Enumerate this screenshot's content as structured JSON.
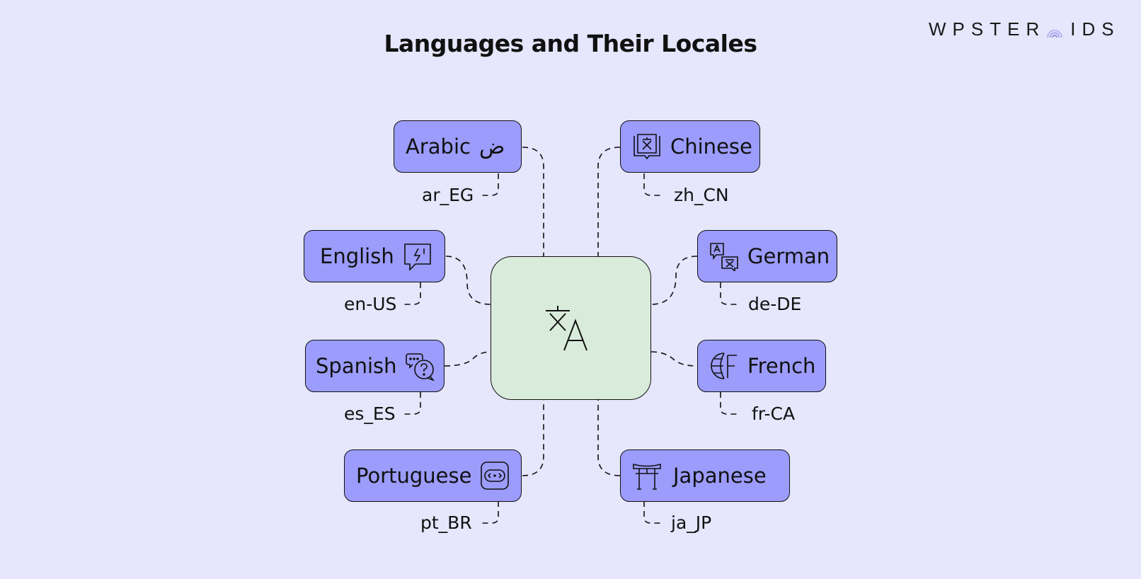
{
  "title": "Languages and Their Locales",
  "logo": {
    "left": "WPSTER",
    "right": "IDS"
  },
  "colors": {
    "background": "#e6e6fc",
    "node_fill": "#9b9cfb",
    "center_fill": "#d9ecdb",
    "stroke": "#111111"
  },
  "center": {
    "icon": "translate-icon"
  },
  "languages": [
    {
      "name": "Arabic",
      "script": "ض",
      "locale": "ar_EG"
    },
    {
      "name": "Chinese",
      "icon": "book-wen-icon",
      "locale": "zh_CN"
    },
    {
      "name": "English",
      "icon": "speech-bubble-icon",
      "locale": "en-US"
    },
    {
      "name": "German",
      "icon": "language-bubbles-icon",
      "locale": "de-DE"
    },
    {
      "name": "Spanish",
      "icon": "chat-question-icon",
      "locale": "es_ES"
    },
    {
      "name": "French",
      "icon": "globe-f-icon",
      "locale": "fr-CA"
    },
    {
      "name": "Portuguese",
      "icon": "code-chip-icon",
      "locale": "pt_BR"
    },
    {
      "name": "Japanese",
      "icon": "torii-gate-icon",
      "locale": "ja_JP"
    }
  ]
}
